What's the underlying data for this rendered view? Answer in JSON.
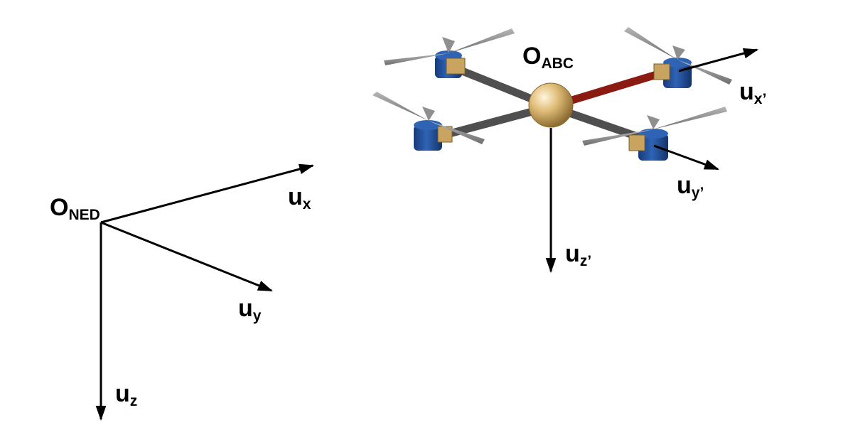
{
  "ned_frame": {
    "origin": {
      "main": "O",
      "sub": "NED"
    },
    "axis_x": {
      "main": "u",
      "sub": "x"
    },
    "axis_y": {
      "main": "u",
      "sub": "y"
    },
    "axis_z": {
      "main": "u",
      "sub": "z"
    }
  },
  "body_frame": {
    "origin": {
      "main": "O",
      "sub": "ABC"
    },
    "axis_x": {
      "main": "u",
      "sub": "x’"
    },
    "axis_y": {
      "main": "u",
      "sub": "y’"
    },
    "axis_z": {
      "main": "u",
      "sub": "z’"
    }
  },
  "colors": {
    "arm_gray": "#5a5a5a",
    "arm_front_red": "#8b1a10",
    "hub_gold": "#d9b470",
    "motor_blue": "#1f4f9a",
    "mount_gold": "#c9a461",
    "blade_gray": "#8f8f8f"
  }
}
